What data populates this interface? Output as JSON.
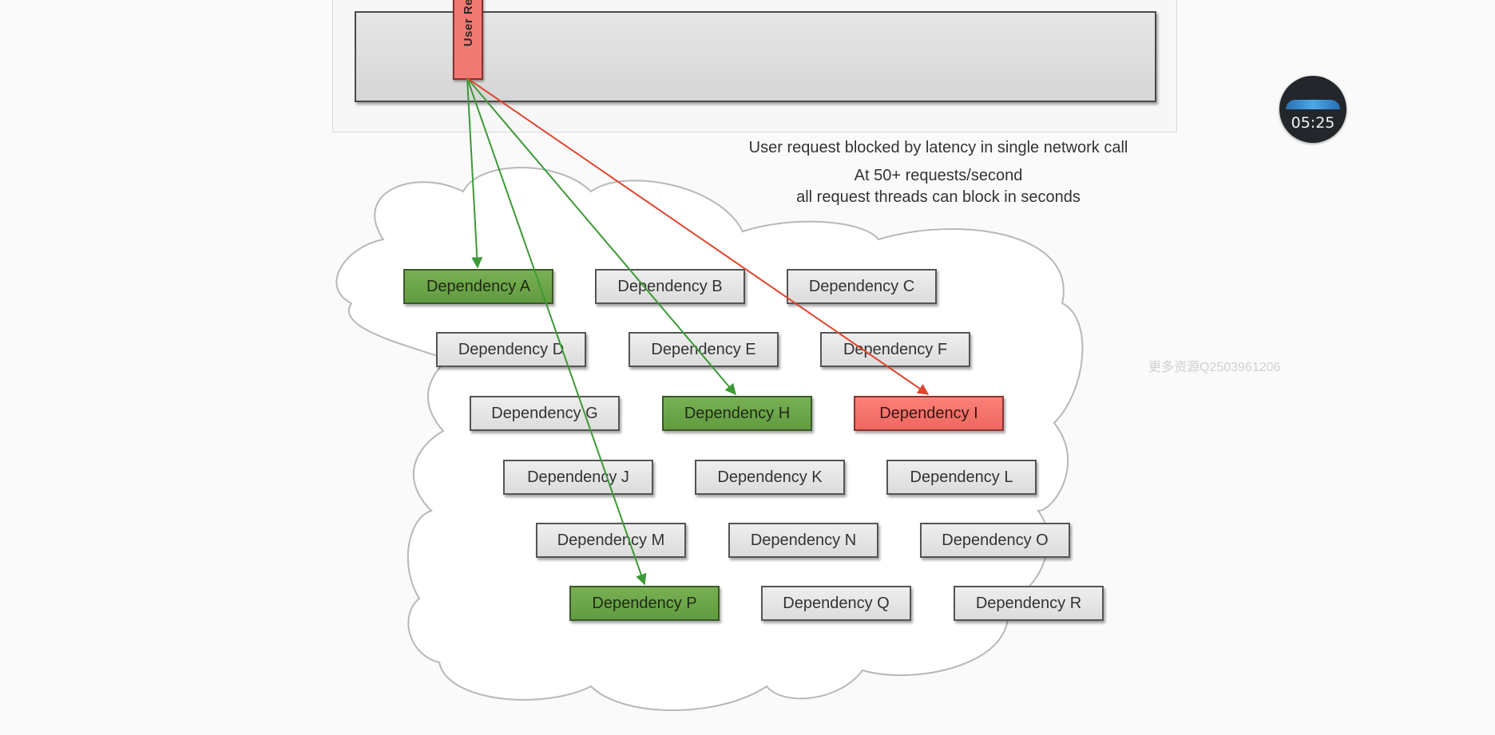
{
  "top_box": {
    "user_request_label": "User Re"
  },
  "captions": {
    "blocked": "User request blocked by latency in single network call",
    "rate": "At 50+ requests/second",
    "threads": "all request threads can block in seconds"
  },
  "dependencies": [
    {
      "id": "A",
      "label": "Dependency A",
      "status": "green"
    },
    {
      "id": "B",
      "label": "Dependency B",
      "status": "normal"
    },
    {
      "id": "C",
      "label": "Dependency C",
      "status": "normal"
    },
    {
      "id": "D",
      "label": "Dependency D",
      "status": "normal"
    },
    {
      "id": "E",
      "label": "Dependency E",
      "status": "normal"
    },
    {
      "id": "F",
      "label": "Dependency F",
      "status": "normal"
    },
    {
      "id": "G",
      "label": "Dependency G",
      "status": "normal"
    },
    {
      "id": "H",
      "label": "Dependency H",
      "status": "green"
    },
    {
      "id": "I",
      "label": "Dependency I",
      "status": "red"
    },
    {
      "id": "J",
      "label": "Dependency J",
      "status": "normal"
    },
    {
      "id": "K",
      "label": "Dependency K",
      "status": "normal"
    },
    {
      "id": "L",
      "label": "Dependency L",
      "status": "normal"
    },
    {
      "id": "M",
      "label": "Dependency M",
      "status": "normal"
    },
    {
      "id": "N",
      "label": "Dependency N",
      "status": "normal"
    },
    {
      "id": "O",
      "label": "Dependency O",
      "status": "normal"
    },
    {
      "id": "P",
      "label": "Dependency P",
      "status": "green"
    },
    {
      "id": "Q",
      "label": "Dependency Q",
      "status": "normal"
    },
    {
      "id": "R",
      "label": "Dependency R",
      "status": "normal"
    }
  ],
  "arrows": [
    {
      "to": "A",
      "color": "green"
    },
    {
      "to": "H",
      "color": "green"
    },
    {
      "to": "P",
      "color": "green"
    },
    {
      "to": "I",
      "color": "red"
    }
  ],
  "colors": {
    "green_arrow": "#3d9a36",
    "red_arrow": "#e0452e",
    "green_node": "#6aa546",
    "red_node": "#f47670"
  },
  "overlay": {
    "timer_text": "05:25",
    "watermark": "更多资源Q2503961206"
  }
}
